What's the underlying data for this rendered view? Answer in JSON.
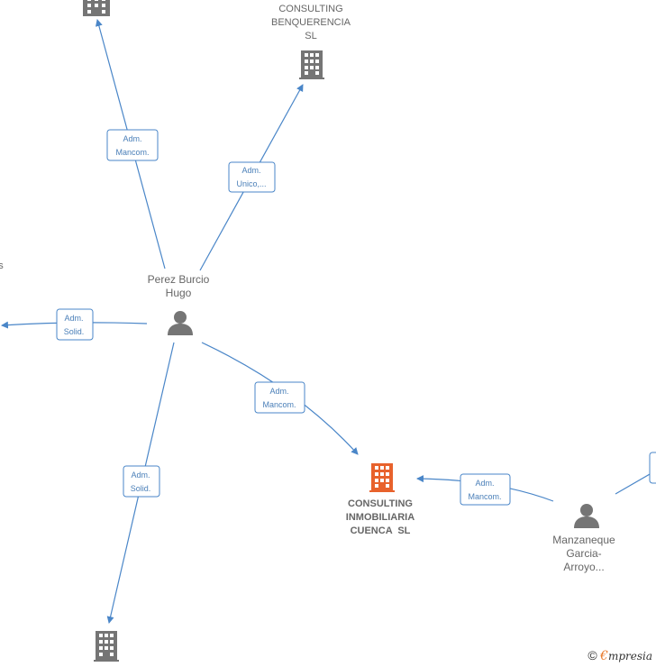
{
  "colors": {
    "edge": "#4a86c8",
    "label_border": "#4a86c8",
    "label_text": "#4a7fb8",
    "company_gray": "#757575",
    "company_main": "#e8622c",
    "person": "#757575"
  },
  "nodes": {
    "company_top": {
      "lines": []
    },
    "company_benquerencia": {
      "lines": [
        "CONSULTING",
        "BENQUERENCIA",
        "SL"
      ]
    },
    "person_perez": {
      "lines": [
        "Perez Burcio",
        "Hugo"
      ]
    },
    "company_main": {
      "lines": [
        "CONSULTING",
        "INMOBILIARIA",
        "CUENCA  SL"
      ]
    },
    "person_manzaneque": {
      "lines": [
        "Manzaneque",
        "Garcia-",
        "Arroyo..."
      ]
    },
    "company_bottom": {
      "lines": []
    },
    "left_partial": {
      "lines": [
        "s"
      ]
    }
  },
  "edges": {
    "to_top": [
      "Adm.",
      "Mancom."
    ],
    "to_benquerencia": [
      "Adm.",
      "Unico,..."
    ],
    "to_left": [
      "Adm.",
      "Solid."
    ],
    "to_main_from_perez": [
      "Adm.",
      "Mancom."
    ],
    "to_bottom": [
      "Adm.",
      "Solid."
    ],
    "to_main_from_manzaneque": [
      "Adm.",
      "Mancom."
    ]
  },
  "watermark": {
    "copyright": "©",
    "brand_first": "€",
    "brand_rest": "mpresia"
  }
}
